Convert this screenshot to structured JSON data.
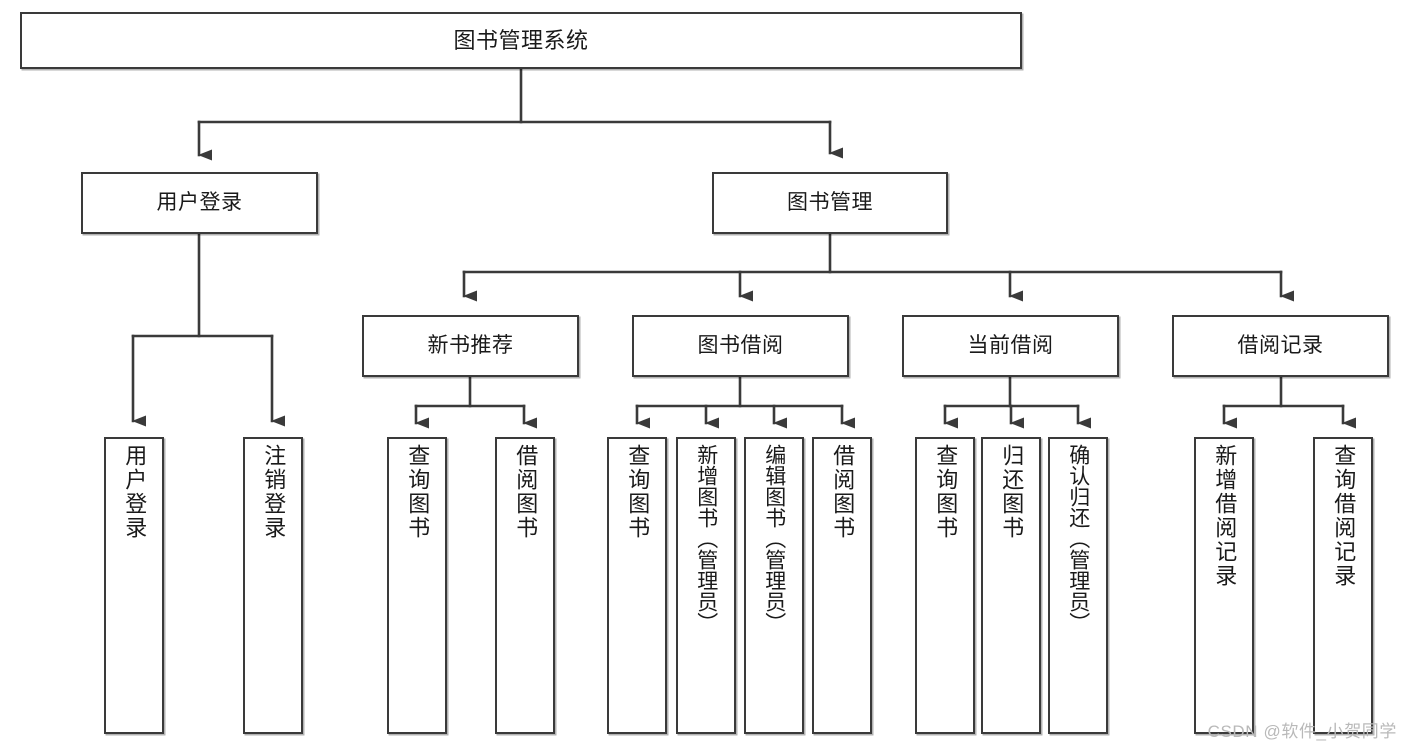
{
  "diagram": {
    "type": "tree-hierarchy",
    "title": "图书管理系统",
    "watermark": "CSDN @软件_小贺同学",
    "colors": {
      "background": "#ffffff",
      "node_border": "#3a3a3a",
      "node_fill": "#ffffff",
      "edge": "#3a3a3a",
      "text": "#1a1a1a",
      "watermark": "#b9b9b9"
    },
    "nodes": {
      "root": {
        "label": "图书管理系统",
        "level": 1
      },
      "level2": [
        {
          "id": "user-login",
          "label": "用户登录"
        },
        {
          "id": "book-management",
          "label": "图书管理"
        }
      ],
      "level3": [
        {
          "id": "new-book-recommend",
          "label": "新书推荐",
          "parent": "book-management"
        },
        {
          "id": "book-borrow",
          "label": "图书借阅",
          "parent": "book-management"
        },
        {
          "id": "current-borrow",
          "label": "当前借阅",
          "parent": "book-management"
        },
        {
          "id": "borrow-record",
          "label": "借阅记录",
          "parent": "book-management"
        }
      ],
      "leaves": {
        "user-login": [
          {
            "id": "leaf-user-login",
            "label": "用户登录"
          },
          {
            "id": "leaf-logout-login",
            "label": "注销登录"
          }
        ],
        "new-book-recommend": [
          {
            "id": "leaf-query-book-1",
            "label": "查询图书"
          },
          {
            "id": "leaf-borrow-book-1",
            "label": "借阅图书"
          }
        ],
        "book-borrow": [
          {
            "id": "leaf-query-book-2",
            "label": "查询图书"
          },
          {
            "id": "leaf-add-book",
            "label": "新增图书（管理员）"
          },
          {
            "id": "leaf-edit-book",
            "label": "编辑图书（管理员）"
          },
          {
            "id": "leaf-borrow-book-2",
            "label": "借阅图书"
          }
        ],
        "current-borrow": [
          {
            "id": "leaf-query-book-3",
            "label": "查询图书"
          },
          {
            "id": "leaf-return-book",
            "label": "归还图书"
          },
          {
            "id": "leaf-confirm-return",
            "label": "确认归还（管理员）"
          }
        ],
        "borrow-record": [
          {
            "id": "leaf-add-borrow-record",
            "label": "新增借阅记录"
          },
          {
            "id": "leaf-query-borrow-record",
            "label": "查询借阅记录"
          }
        ]
      }
    }
  }
}
